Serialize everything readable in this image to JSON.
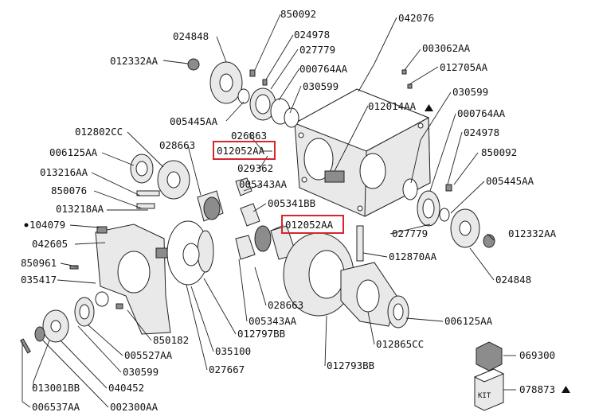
{
  "labels": [
    {
      "id": "l01",
      "text": "850092"
    },
    {
      "id": "l02",
      "text": "042076"
    },
    {
      "id": "l03",
      "text": "024848"
    },
    {
      "id": "l04",
      "text": "024978"
    },
    {
      "id": "l05",
      "text": "003062AA"
    },
    {
      "id": "l06",
      "text": "012332AA"
    },
    {
      "id": "l07",
      "text": "027779"
    },
    {
      "id": "l08",
      "text": "000764AA"
    },
    {
      "id": "l09",
      "text": "012705AA"
    },
    {
      "id": "l10",
      "text": "030599"
    },
    {
      "id": "l11",
      "text": "030599"
    },
    {
      "id": "l12",
      "text": "005445AA"
    },
    {
      "id": "l13",
      "text": "012014AA"
    },
    {
      "id": "l14",
      "text": "000764AA"
    },
    {
      "id": "l15",
      "text": "012802CC"
    },
    {
      "id": "l16",
      "text": "026863"
    },
    {
      "id": "l17",
      "text": "024978"
    },
    {
      "id": "l18",
      "text": "028663"
    },
    {
      "id": "l19",
      "text": "012052AA"
    },
    {
      "id": "l20",
      "text": "850092"
    },
    {
      "id": "l21",
      "text": "006125AA"
    },
    {
      "id": "l22",
      "text": "029362"
    },
    {
      "id": "l23",
      "text": "013216AA"
    },
    {
      "id": "l24",
      "text": "005343AA"
    },
    {
      "id": "l25",
      "text": "005445AA"
    },
    {
      "id": "l26",
      "text": "850076"
    },
    {
      "id": "l27",
      "text": "013218AA"
    },
    {
      "id": "l28",
      "text": "005341BB"
    },
    {
      "id": "l29",
      "text": "012052AA"
    },
    {
      "id": "l30",
      "text": "104079"
    },
    {
      "id": "l31",
      "text": "012332AA"
    },
    {
      "id": "l32",
      "text": "042605"
    },
    {
      "id": "l33",
      "text": "027779"
    },
    {
      "id": "l34",
      "text": "850961"
    },
    {
      "id": "l35",
      "text": "012870AA"
    },
    {
      "id": "l36",
      "text": "035417"
    },
    {
      "id": "l37",
      "text": "024848"
    },
    {
      "id": "l38",
      "text": "028663"
    },
    {
      "id": "l39",
      "text": "005343AA"
    },
    {
      "id": "l40",
      "text": "006125AA"
    },
    {
      "id": "l41",
      "text": "012797BB"
    },
    {
      "id": "l42",
      "text": "850182"
    },
    {
      "id": "l43",
      "text": "005527AA"
    },
    {
      "id": "l44",
      "text": "035100"
    },
    {
      "id": "l45",
      "text": "012865CC"
    },
    {
      "id": "l46",
      "text": "069300"
    },
    {
      "id": "l47",
      "text": "030599"
    },
    {
      "id": "l48",
      "text": "027667"
    },
    {
      "id": "l49",
      "text": "012793BB"
    },
    {
      "id": "l50",
      "text": "013001BB"
    },
    {
      "id": "l51",
      "text": "040452"
    },
    {
      "id": "l52",
      "text": "078873"
    },
    {
      "id": "l53",
      "text": "006537AA"
    },
    {
      "id": "l54",
      "text": "002300AA"
    }
  ],
  "kit_box_text": "KIT",
  "colors": {
    "highlight": "#d6262e",
    "line": "#222222"
  }
}
